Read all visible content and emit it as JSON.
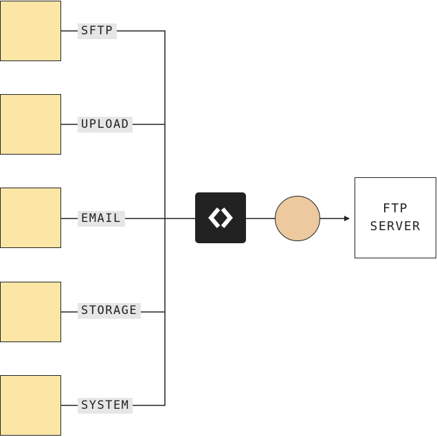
{
  "sources": [
    {
      "label": "SFTP"
    },
    {
      "label": "UPLOAD"
    },
    {
      "label": "EMAIL"
    },
    {
      "label": "STORAGE"
    },
    {
      "label": "SYSTEM"
    }
  ],
  "hub": {
    "icon": "diamond-bracket-icon"
  },
  "stage": {
    "icon": "circle-node"
  },
  "destination": {
    "label": "FTP\nSERVER"
  },
  "colors": {
    "source_fill": "#fbe6a6",
    "tag_fill": "#e6e6e6",
    "hub_fill": "#222222",
    "stage_fill": "#ecc99e",
    "stroke": "#222222"
  }
}
